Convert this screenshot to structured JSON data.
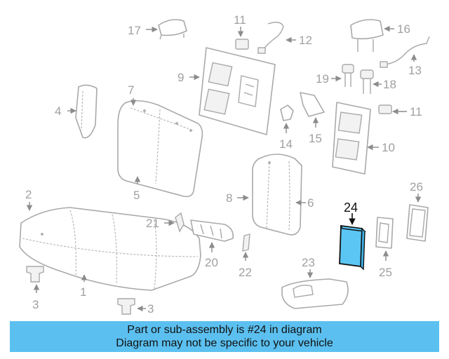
{
  "callouts": {
    "c1": "1",
    "c2": "2",
    "c3a": "3",
    "c3b": "3",
    "c4": "4",
    "c5": "5",
    "c6": "6",
    "c7": "7",
    "c8": "8",
    "c9": "9",
    "c10": "10",
    "c11a": "11",
    "c11b": "11",
    "c12": "12",
    "c13": "13",
    "c14": "14",
    "c15": "15",
    "c16": "16",
    "c17": "17",
    "c18": "18",
    "c19": "19",
    "c20": "20",
    "c21": "21",
    "c22": "22",
    "c23": "23",
    "c24": "24",
    "c25": "25",
    "c26": "26"
  },
  "highlight": {
    "part_number": "24",
    "color": "#5bc6f4"
  },
  "banner": {
    "line1": "Part or sub-assembly is #24 in diagram",
    "line2": "Diagram may not be specific to your vehicle",
    "color": "#5bc0f0"
  }
}
